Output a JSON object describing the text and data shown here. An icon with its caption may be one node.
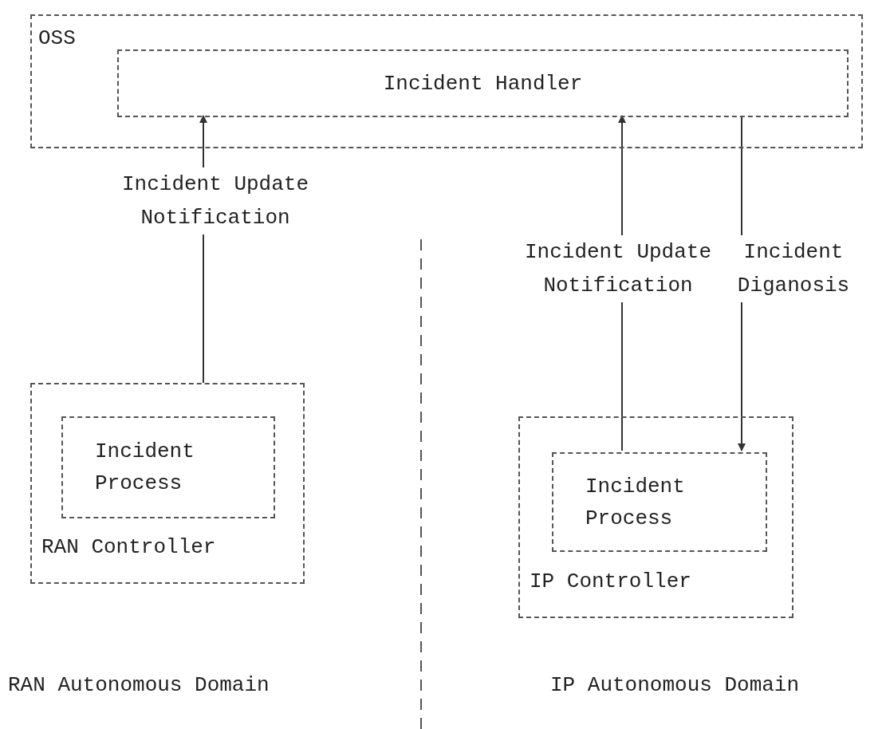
{
  "diagram": {
    "nodes": [
      {
        "text": [
          "OSS"
        ]
      },
      {
        "text": [
          "Incident Handler"
        ],
        "in": 0
      },
      {
        "text": [
          "RAN Controller"
        ]
      },
      {
        "text": [
          "Incident Process"
        ],
        "in": 2
      },
      {
        "text": [
          "IP Controller"
        ]
      },
      {
        "text": [
          "Incident Process"
        ],
        "in": 4
      }
    ],
    "edges": [
      {
        "from": 2,
        "to": 1,
        "arrow": "to",
        "label": "Incident Update Notification"
      },
      {
        "from": 5,
        "to": 1,
        "arrow": "to",
        "label": "Incident Update Notification"
      },
      {
        "from": 1,
        "to": 5,
        "arrow": "to",
        "label": "Incident Diganosis"
      }
    ],
    "labels": [
      "RAN Autonomous Domain",
      "IP Autonomous Domain"
    ]
  }
}
